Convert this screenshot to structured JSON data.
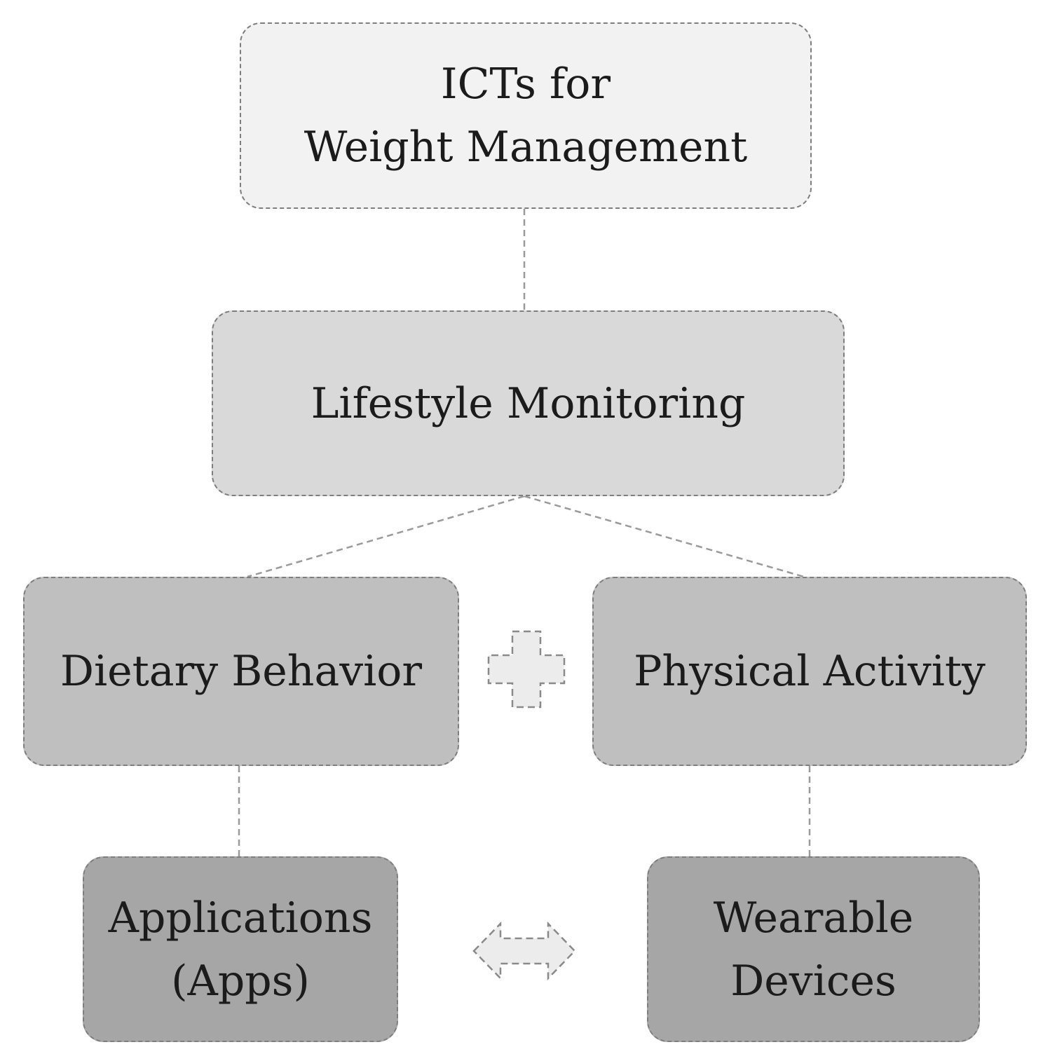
{
  "diagram": {
    "title": "ICTs for Weight Management hierarchy",
    "nodes": {
      "icts": {
        "label": "ICTs for\nWeight Management",
        "level": 1
      },
      "lifestyle": {
        "label": "Lifestyle Monitoring",
        "level": 2
      },
      "dietary": {
        "label": "Dietary Behavior",
        "level": 3
      },
      "physical": {
        "label": "Physical Activity",
        "level": 3
      },
      "apps": {
        "label": "Applications\n(Apps)",
        "level": 4
      },
      "wearables": {
        "label": "Wearable\nDevices",
        "level": 4
      }
    },
    "edges": [
      {
        "from": "icts",
        "to": "lifestyle",
        "style": "dashed"
      },
      {
        "from": "lifestyle",
        "to": "dietary",
        "style": "dashed"
      },
      {
        "from": "lifestyle",
        "to": "physical",
        "style": "dashed"
      },
      {
        "from": "dietary",
        "to": "apps",
        "style": "dashed"
      },
      {
        "from": "physical",
        "to": "wearables",
        "style": "dashed"
      }
    ],
    "icons": {
      "between_dietary_and_physical": "plus-icon",
      "between_apps_and_wearables": "left-right-arrow-icon"
    },
    "colors": {
      "level1_fill": "#f2f2f2",
      "level2_fill": "#d9d9d9",
      "level3_fill": "#bfbfbf",
      "level4_fill": "#a6a6a6",
      "icon_fill": "#ececec",
      "border": "#7e7e7e",
      "edge": "#9a9a9a",
      "text": "#1b1b1b"
    }
  }
}
